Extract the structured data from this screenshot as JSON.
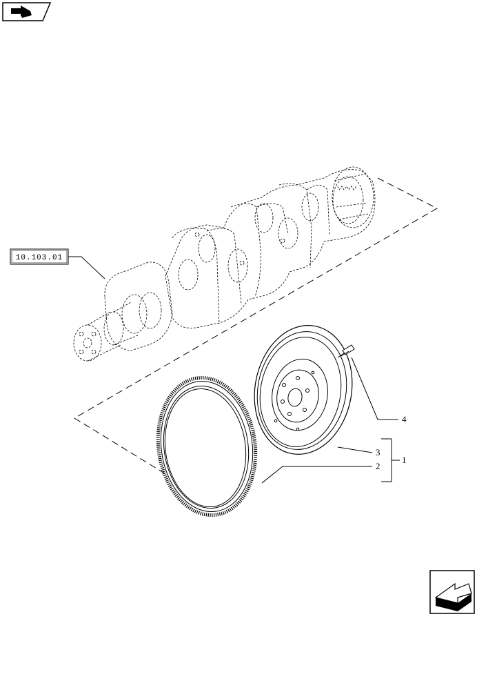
{
  "reference_code": "10.103.01",
  "callouts": {
    "assembly": "1",
    "ring_gear": "2",
    "flywheel": "3",
    "bolt": "4"
  },
  "icons": {
    "top_left": "previous-page-arrow-icon",
    "bottom_right": "next-page-arrow-icon"
  }
}
